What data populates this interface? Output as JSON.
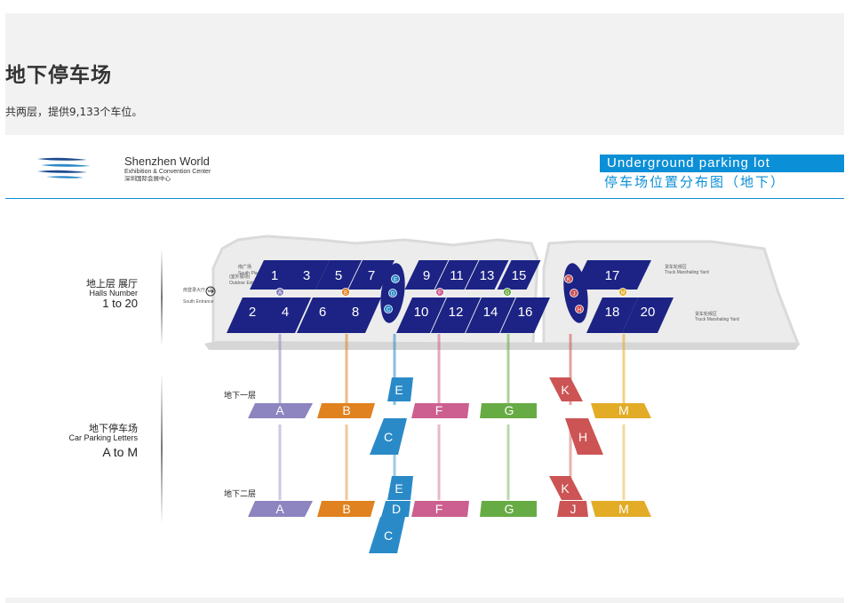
{
  "header": {
    "title": "地下停车场",
    "description": "共两层，提供9,133个车位。"
  },
  "logo": {
    "name": "Shenzhen World",
    "subtitle": "Exhibition & Convention Center",
    "chinese": "深圳国际会展中心"
  },
  "diagram_title": {
    "english": "Underground parking lot",
    "chinese": "停车场位置分布图（地下）"
  },
  "halls_label": {
    "cn": "地上层 展厅",
    "en": "Halls Number",
    "range": "1 to 20"
  },
  "parking_label": {
    "cn": "地下停车场",
    "en": "Car Parking Letters",
    "range": "A to M"
  },
  "level_labels": {
    "b1": "地下一层",
    "b2": "地下二层"
  },
  "map_notes": {
    "south_plaza": "南广场",
    "south_plaza_en": "South Plaza",
    "outdoor_area": "(室外展场)",
    "outdoor_area_en": "Outdoor Exhibition",
    "south_entrance": "南登录大厅入口",
    "south_entrance_en": "South Entrance",
    "truck_yard_1": "货车轮候区",
    "truck_yard_1_en": "Truck Marshaling Yard",
    "truck_yard_2": "货车轮候区",
    "truck_yard_2_en": "Truck Marshaling Yard"
  },
  "halls_top": [
    "1",
    "3",
    "5",
    "7",
    "9",
    "11",
    "13",
    "15",
    "17"
  ],
  "halls_bottom": [
    "2",
    "4",
    "6",
    "8",
    "10",
    "12",
    "14",
    "16",
    "18",
    "20"
  ],
  "parking_b1": [
    "A",
    "B",
    "E",
    "C",
    "F",
    "G",
    "K",
    "H",
    "M"
  ],
  "parking_b2": [
    "A",
    "B",
    "E",
    "D",
    "C",
    "F",
    "G",
    "K",
    "J",
    "M"
  ],
  "colors": {
    "A": "#8c85bf",
    "B": "#e0821f",
    "C": "#2a8ac8",
    "F": "#cc5f8f",
    "G": "#67ab45",
    "K": "#cc5454",
    "M": "#e2ac26",
    "hall": "#1c2384",
    "accent": "#0b8fd6"
  }
}
